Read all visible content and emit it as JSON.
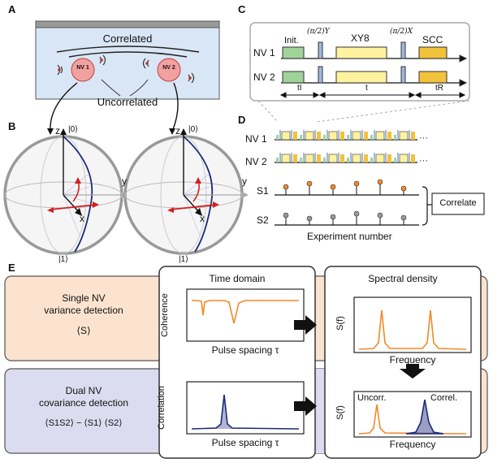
{
  "panels": {
    "a": {
      "letter": "A",
      "correlated_label": "Correlated",
      "uncorrelated_label": "Uncorrelated",
      "nv1": "NV 1",
      "nv2": "NV 2"
    },
    "b": {
      "letter": "B",
      "ket0": "|0⟩",
      "ket1": "|1⟩",
      "z": "z",
      "x": "x",
      "y": "y"
    },
    "c": {
      "letter": "C",
      "rows": [
        "NV 1",
        "NV 2"
      ],
      "init": "Init.",
      "pi2y": "(π/2)Y",
      "xy8": "XY8",
      "pi2x": "(π/2)X",
      "scc": "SCC",
      "tI": "tI",
      "t": "t",
      "tR": "tR"
    },
    "d": {
      "letter": "D",
      "rows": [
        "NV 1",
        "NV 2"
      ],
      "ellipsis": "···",
      "s1": "S1",
      "s2": "S2",
      "correlate": "Correlate",
      "xlabel": "Experiment number"
    },
    "e": {
      "letter": "E",
      "single_title1": "Single NV",
      "single_title2": "variance detection",
      "single_expr": "⟨S⟩",
      "dual_title1": "Dual NV",
      "dual_title2": "covariance detection",
      "dual_expr": "⟨S1S2⟩ − ⟨S1⟩ ⟨S2⟩",
      "time_domain": "Time domain",
      "coherence": "Coherence",
      "correlation": "Correlation",
      "pulse_spacing": "Pulse spacing τ",
      "spectral_density": "Spectral density",
      "sf": "S(f)",
      "frequency": "Frequency",
      "uncorr": "Uncorr.",
      "correl": "Correl."
    }
  },
  "colors": {
    "orange": "#f08a2a",
    "navy": "#1f2a7a",
    "lavender": "#dcdcf0",
    "peach": "#fbe3cf",
    "green": "#9fd39a",
    "blue": "#9fb8e0",
    "yellow": "#fff3a0",
    "gold": "#f2c23a",
    "pink": "#f2a0a0"
  }
}
